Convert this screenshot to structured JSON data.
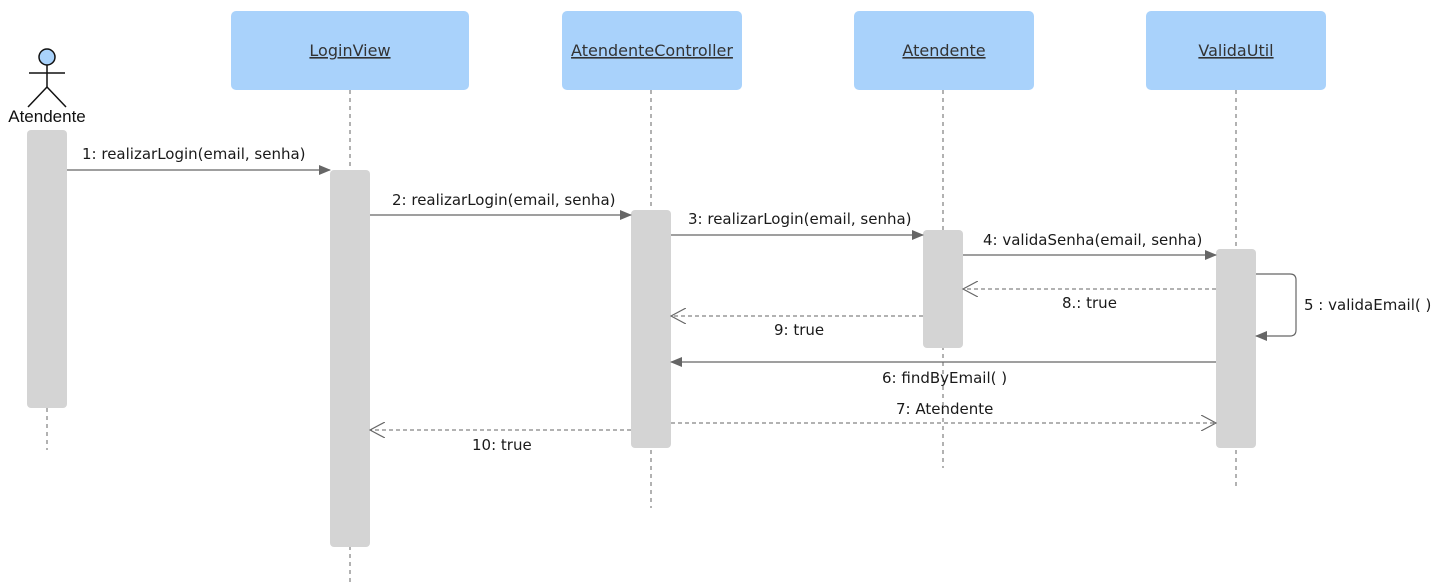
{
  "actor": {
    "label": "Atendente"
  },
  "lifelines": [
    {
      "id": "loginview",
      "label": "LoginView"
    },
    {
      "id": "controller",
      "label": "AtendenteController"
    },
    {
      "id": "atendente",
      "label": "Atendente"
    },
    {
      "id": "validautil",
      "label": "ValidaUtil"
    }
  ],
  "messages": [
    {
      "id": "m1",
      "label": "1: realizarLogin(email,  senha)",
      "kind": "sync"
    },
    {
      "id": "m2",
      "label": "2: realizarLogin(email, senha)",
      "kind": "sync"
    },
    {
      "id": "m3",
      "label": "3: realizarLogin(email, senha)",
      "kind": "sync"
    },
    {
      "id": "m4",
      "label": "4: validaSenha(email, senha)",
      "kind": "sync"
    },
    {
      "id": "m5",
      "label": "5 : validaEmail( )",
      "kind": "self"
    },
    {
      "id": "m6",
      "label": "6: findByEmail( )",
      "kind": "sync"
    },
    {
      "id": "m7",
      "label": "7: Atendente",
      "kind": "return"
    },
    {
      "id": "m8",
      "label": "8.: true",
      "kind": "return"
    },
    {
      "id": "m9",
      "label": "9: true",
      "kind": "return"
    },
    {
      "id": "m10",
      "label": "10: true",
      "kind": "return"
    }
  ],
  "colors": {
    "header_fill": "#a9d2fb",
    "activation_fill": "#d4d4d4",
    "line": "#666666",
    "actor_head": "#a9d2fb"
  }
}
